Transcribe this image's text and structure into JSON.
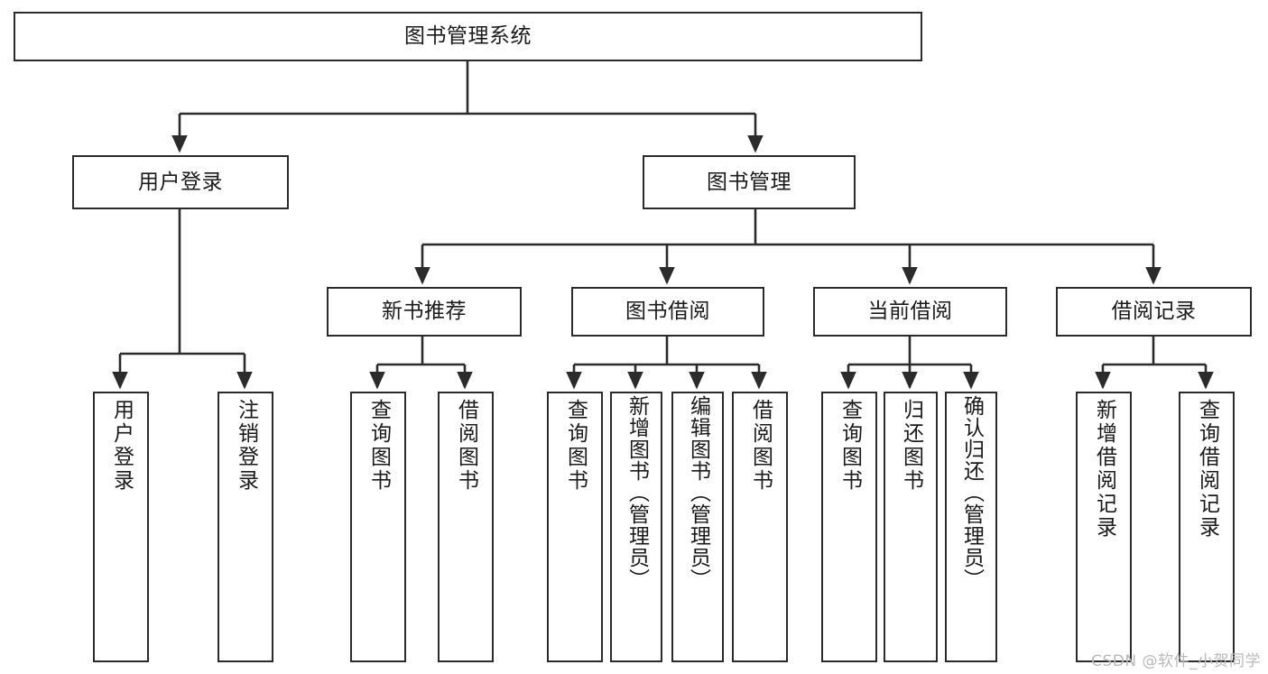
{
  "diagram": {
    "type": "tree-hierarchy-chart",
    "title": "图书管理系统",
    "line_color": "#2b2b2b",
    "box_fill": "#ffffff",
    "text_color": "#1a1a1a",
    "levels": 4,
    "nodes": {
      "root": {
        "label": "图书管理系统"
      },
      "level2": [
        {
          "label": "用户登录"
        },
        {
          "label": "图书管理"
        }
      ],
      "level3": [
        {
          "label": "新书推荐"
        },
        {
          "label": "图书借阅"
        },
        {
          "label": "当前借阅"
        },
        {
          "label": "借阅记录"
        }
      ],
      "user_login_children": [
        {
          "label": "用户登录"
        },
        {
          "label": "注销登录"
        }
      ],
      "new_book_children": [
        {
          "label": "查询图书"
        },
        {
          "label": "借阅图书"
        }
      ],
      "borrow_children": [
        {
          "label": "查询图书"
        },
        {
          "label": "新增图书（管理员）"
        },
        {
          "label": "编辑图书（管理员）"
        },
        {
          "label": "借阅图书"
        }
      ],
      "current_children": [
        {
          "label": "查询图书"
        },
        {
          "label": "归还图书"
        },
        {
          "label": "确认归还（管理员）"
        }
      ],
      "record_children": [
        {
          "label": "新增借阅记录"
        },
        {
          "label": "查询借阅记录"
        }
      ]
    }
  },
  "watermark": {
    "text": "CSDN @软件_小贺同学"
  }
}
